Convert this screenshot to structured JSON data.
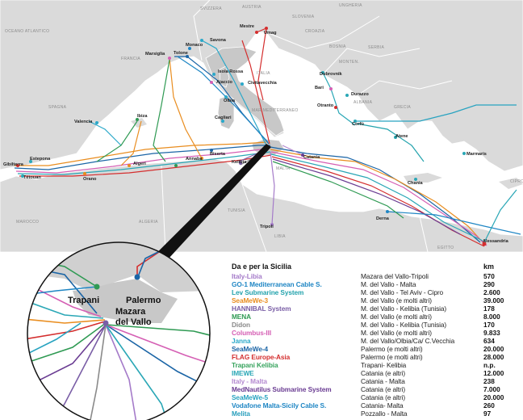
{
  "map": {
    "countries": [
      {
        "name": "OCEANO ATLANTICO"
      },
      {
        "name": "SPAGNA"
      },
      {
        "name": "FRANCIA"
      },
      {
        "name": "SVIZZERA"
      },
      {
        "name": "AUSTRIA"
      },
      {
        "name": "UNGHERIA"
      },
      {
        "name": "SLOVENIA"
      },
      {
        "name": "CROAZIA"
      },
      {
        "name": "BOSNIA"
      },
      {
        "name": "SERBIA"
      },
      {
        "name": "MONTEN."
      },
      {
        "name": "ALBANIA"
      },
      {
        "name": "GRECIA"
      },
      {
        "name": "ITALIA"
      },
      {
        "name": "MAR MEDITERRANEO"
      },
      {
        "name": "MALTA"
      },
      {
        "name": "TUNISIA"
      },
      {
        "name": "ALGERIA"
      },
      {
        "name": "MAROCCO"
      },
      {
        "name": "LIBIA"
      },
      {
        "name": "EGITTO"
      },
      {
        "name": "CIPRO"
      }
    ],
    "cities": [
      {
        "name": "Mestre"
      },
      {
        "name": "Umag"
      },
      {
        "name": "Savona"
      },
      {
        "name": "Monaco"
      },
      {
        "name": "Marsiglia"
      },
      {
        "name": "Tolone"
      },
      {
        "name": "Isola Rossa"
      },
      {
        "name": "Ajaccio"
      },
      {
        "name": "Civitavecchia"
      },
      {
        "name": "Olbia"
      },
      {
        "name": "Cagliari"
      },
      {
        "name": "Dubrovnik"
      },
      {
        "name": "Bari"
      },
      {
        "name": "Durazzo"
      },
      {
        "name": "Otranto"
      },
      {
        "name": "Corfù"
      },
      {
        "name": "Valencia"
      },
      {
        "name": "Ibiza"
      },
      {
        "name": "Estepona"
      },
      {
        "name": "Gibilterra"
      },
      {
        "name": "Tétouan"
      },
      {
        "name": "Orano"
      },
      {
        "name": "Algeri"
      },
      {
        "name": "Annaba"
      },
      {
        "name": "Biserta"
      },
      {
        "name": "Kelibia"
      },
      {
        "name": "Catania"
      },
      {
        "name": "Atene"
      },
      {
        "name": "Chania"
      },
      {
        "name": "Marmaris"
      },
      {
        "name": "Tripoli"
      },
      {
        "name": "Derna"
      },
      {
        "name": "Alessandria"
      }
    ]
  },
  "zoom": {
    "labels": {
      "trapani": "Trapani",
      "palermo": "Palermo",
      "mazara1": "Mazara",
      "mazara2": "del Vallo"
    }
  },
  "table": {
    "title": "Da e per la Sicilia",
    "km_header": "km",
    "rows": [
      {
        "name": "Italy-Libia",
        "route": "Mazara del Vallo-Tripoli",
        "km": "570",
        "color": "#a57bc9"
      },
      {
        "name": "GO-1 Mediterranean  Cable S.",
        "route": "M. del Vallo - Malta",
        "km": "290",
        "color": "#1f86c4"
      },
      {
        "name": "Lev Submarine System",
        "route": "M. del Vallo - Tel Aviv - Cipro",
        "km": "2.600",
        "color": "#24a3ad"
      },
      {
        "name": "SeaMeWe-3",
        "route": "M. del Vallo (e molti altri)",
        "km": "39.000",
        "color": "#e98d1f"
      },
      {
        "name": "HANNIBAL System",
        "route": "M. del Vallo - Kelibia (Tunisia)",
        "km": "178",
        "color": "#7a5ea6"
      },
      {
        "name": "MENA",
        "route": "M. del Vallo (e molti altri)",
        "km": "8.000",
        "color": "#2f9a53"
      },
      {
        "name": "Didon",
        "route": "M. del Vallo - Kelibia (Tunisia)",
        "km": "170",
        "color": "#8a8a8a"
      },
      {
        "name": "Columbus-III",
        "route": "M. del Vallo (e molti altri)",
        "km": "9.833",
        "color": "#d55fb4"
      },
      {
        "name": "Janna",
        "route": "M. del Vallo/Olbia/Ca/ C.Vecchia",
        "km": "634",
        "color": "#2aa8c9"
      },
      {
        "name": "SeaMeWe-4",
        "route": "Palermo (e molti altri)",
        "km": "20.000",
        "color": "#1b65a6"
      },
      {
        "name": "FLAG Europe-Asia",
        "route": "Palermo (e molti altri)",
        "km": "28.000",
        "color": "#d42e2e"
      },
      {
        "name": "Trapani Kelibia",
        "route": "Trapani- Kelibia",
        "km": "n.p.",
        "color": "#37a35d"
      },
      {
        "name": "IMEWE",
        "route": "Catania (e altri)",
        "km": "12.000",
        "color": "#2aa7b6"
      },
      {
        "name": "Italy - Malta",
        "route": "Catania - Malta",
        "km": "238",
        "color": "#b48ad0"
      },
      {
        "name": "MedNautilus Submarine System",
        "route": "Catania (e altri)",
        "km": "7.000",
        "color": "#6b3d93"
      },
      {
        "name": "SeaMeWe-5",
        "route": "Catania (e altri)",
        "km": "20.000",
        "color": "#28a3c0"
      },
      {
        "name": "Vodafone Malta-Sicily Cable S.",
        "route": "Catania- Malta",
        "km": "260",
        "color": "#1f86c4"
      },
      {
        "name": "Melita",
        "route": "Pozzallo - Malta",
        "km": "97",
        "color": "#2a9fbd"
      }
    ]
  }
}
